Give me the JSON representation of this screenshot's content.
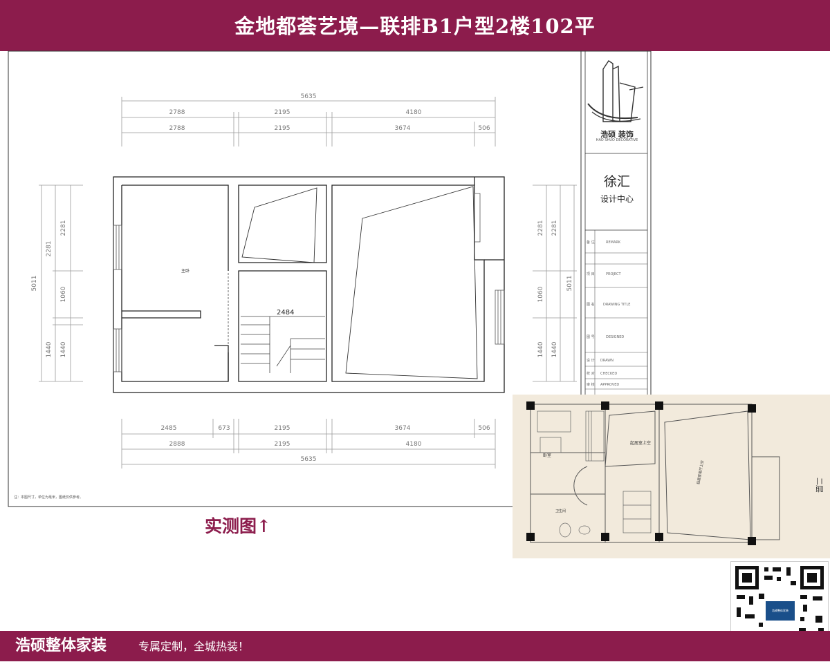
{
  "header": {
    "title": "金地都荟艺境—联排B1户型2楼102平"
  },
  "footer": {
    "brand": "浩硕整体家装",
    "slogan": "专属定制，全城热装！"
  },
  "caption": "实测图↑",
  "title_block": {
    "logo_text": "浩硕 装饰",
    "logo_sub": "HAO SHUO DECORATIVE",
    "location": "徐汇",
    "center": "设计中心",
    "rows": [
      {
        "label": "备 注",
        "value": "REMARK"
      },
      {
        "label": "项 目",
        "value": "PROJECT"
      },
      {
        "label": "图 名",
        "value": "DRAWING TITLE"
      },
      {
        "label": "图 号",
        "value": "DESIGNED"
      },
      {
        "label": "设 计",
        "value": "DRAWN"
      },
      {
        "label": "校 对",
        "value": "CHECKED"
      },
      {
        "label": "审 核",
        "value": "APPROVED"
      }
    ]
  },
  "plan": {
    "top_dims": {
      "total": "5635",
      "row1": [
        "2788",
        "2195",
        "4180"
      ],
      "row2": [
        "2788",
        "2195",
        "3674",
        "506"
      ]
    },
    "bottom_dims": {
      "row1": [
        "2485",
        "673",
        "2195",
        "3674",
        "506"
      ],
      "row2": [
        "2888",
        "2195",
        "4180"
      ],
      "total": "5635"
    },
    "left_dims": {
      "outer": "5011",
      "inner1": "2281",
      "inner2": "1060",
      "inner3": "1440",
      "segA": "2281",
      "segB": "1060",
      "segC": "1440"
    },
    "right_dims": {
      "outer": "5011",
      "seg1": "2281",
      "seg2": "1060",
      "seg3": "1440"
    },
    "stair_measure": "2484",
    "room_label": "主卧",
    "note": "注：本图尺寸，单位为毫米，图纸仅供参考。"
  },
  "photo": {
    "floor_label": "二层",
    "rooms": [
      "卧室",
      "卫生间",
      "起居室上空",
      "起居室客厅上空"
    ]
  }
}
